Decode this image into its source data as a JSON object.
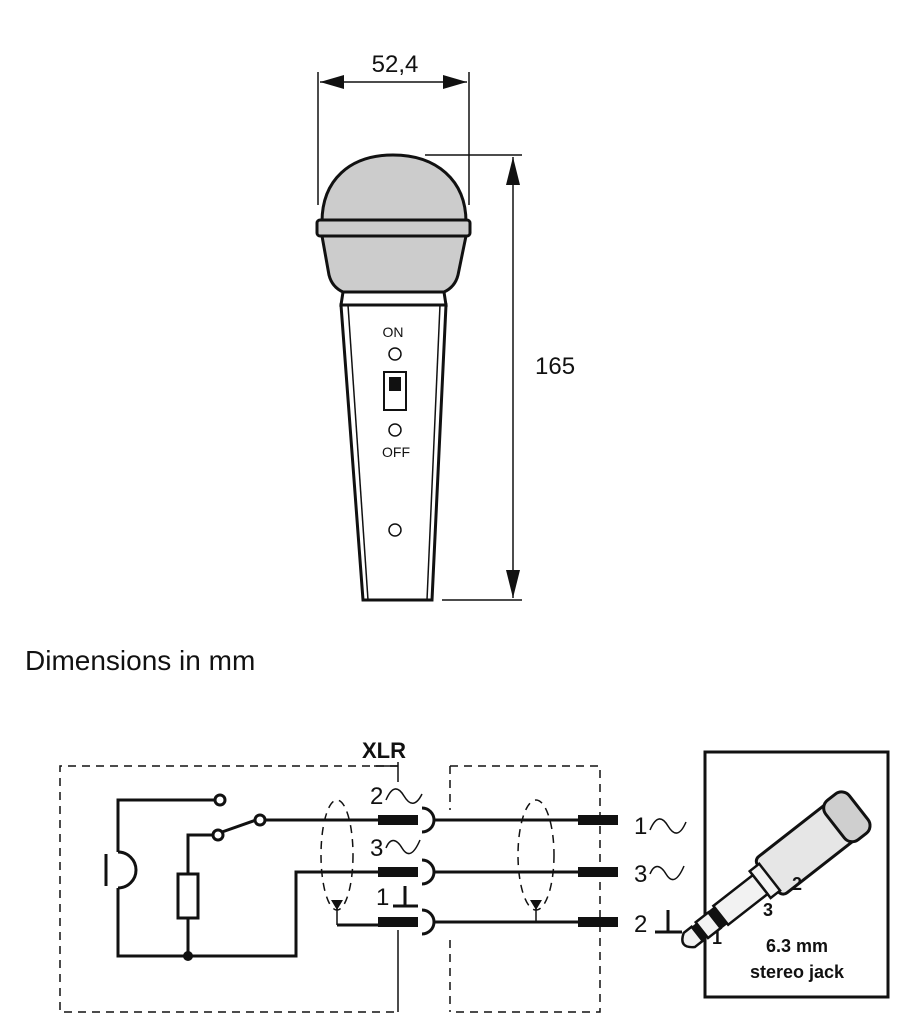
{
  "dimensions": {
    "width": "52,4",
    "height": "165",
    "caption": "Dimensions in mm"
  },
  "switch": {
    "on": "ON",
    "off": "OFF"
  },
  "xlr": {
    "title": "XLR",
    "pin2": "2",
    "pin3": "3",
    "pin1": "1"
  },
  "output": {
    "pin1": "1",
    "pin3": "3",
    "pin2": "2"
  },
  "jack": {
    "label1": "1",
    "label2": "2",
    "label3": "3",
    "size": "6.3 mm",
    "type": "stereo jack"
  },
  "icons": [
    "signal-hot-wave-icon",
    "signal-cold-wave-icon",
    "ground-symbol-icon",
    "microphone-capsule-icon",
    "resistor-icon",
    "switch-icon"
  ],
  "colors": {
    "line": "#111111",
    "grille": "#cccccc",
    "background": "#ffffff"
  }
}
